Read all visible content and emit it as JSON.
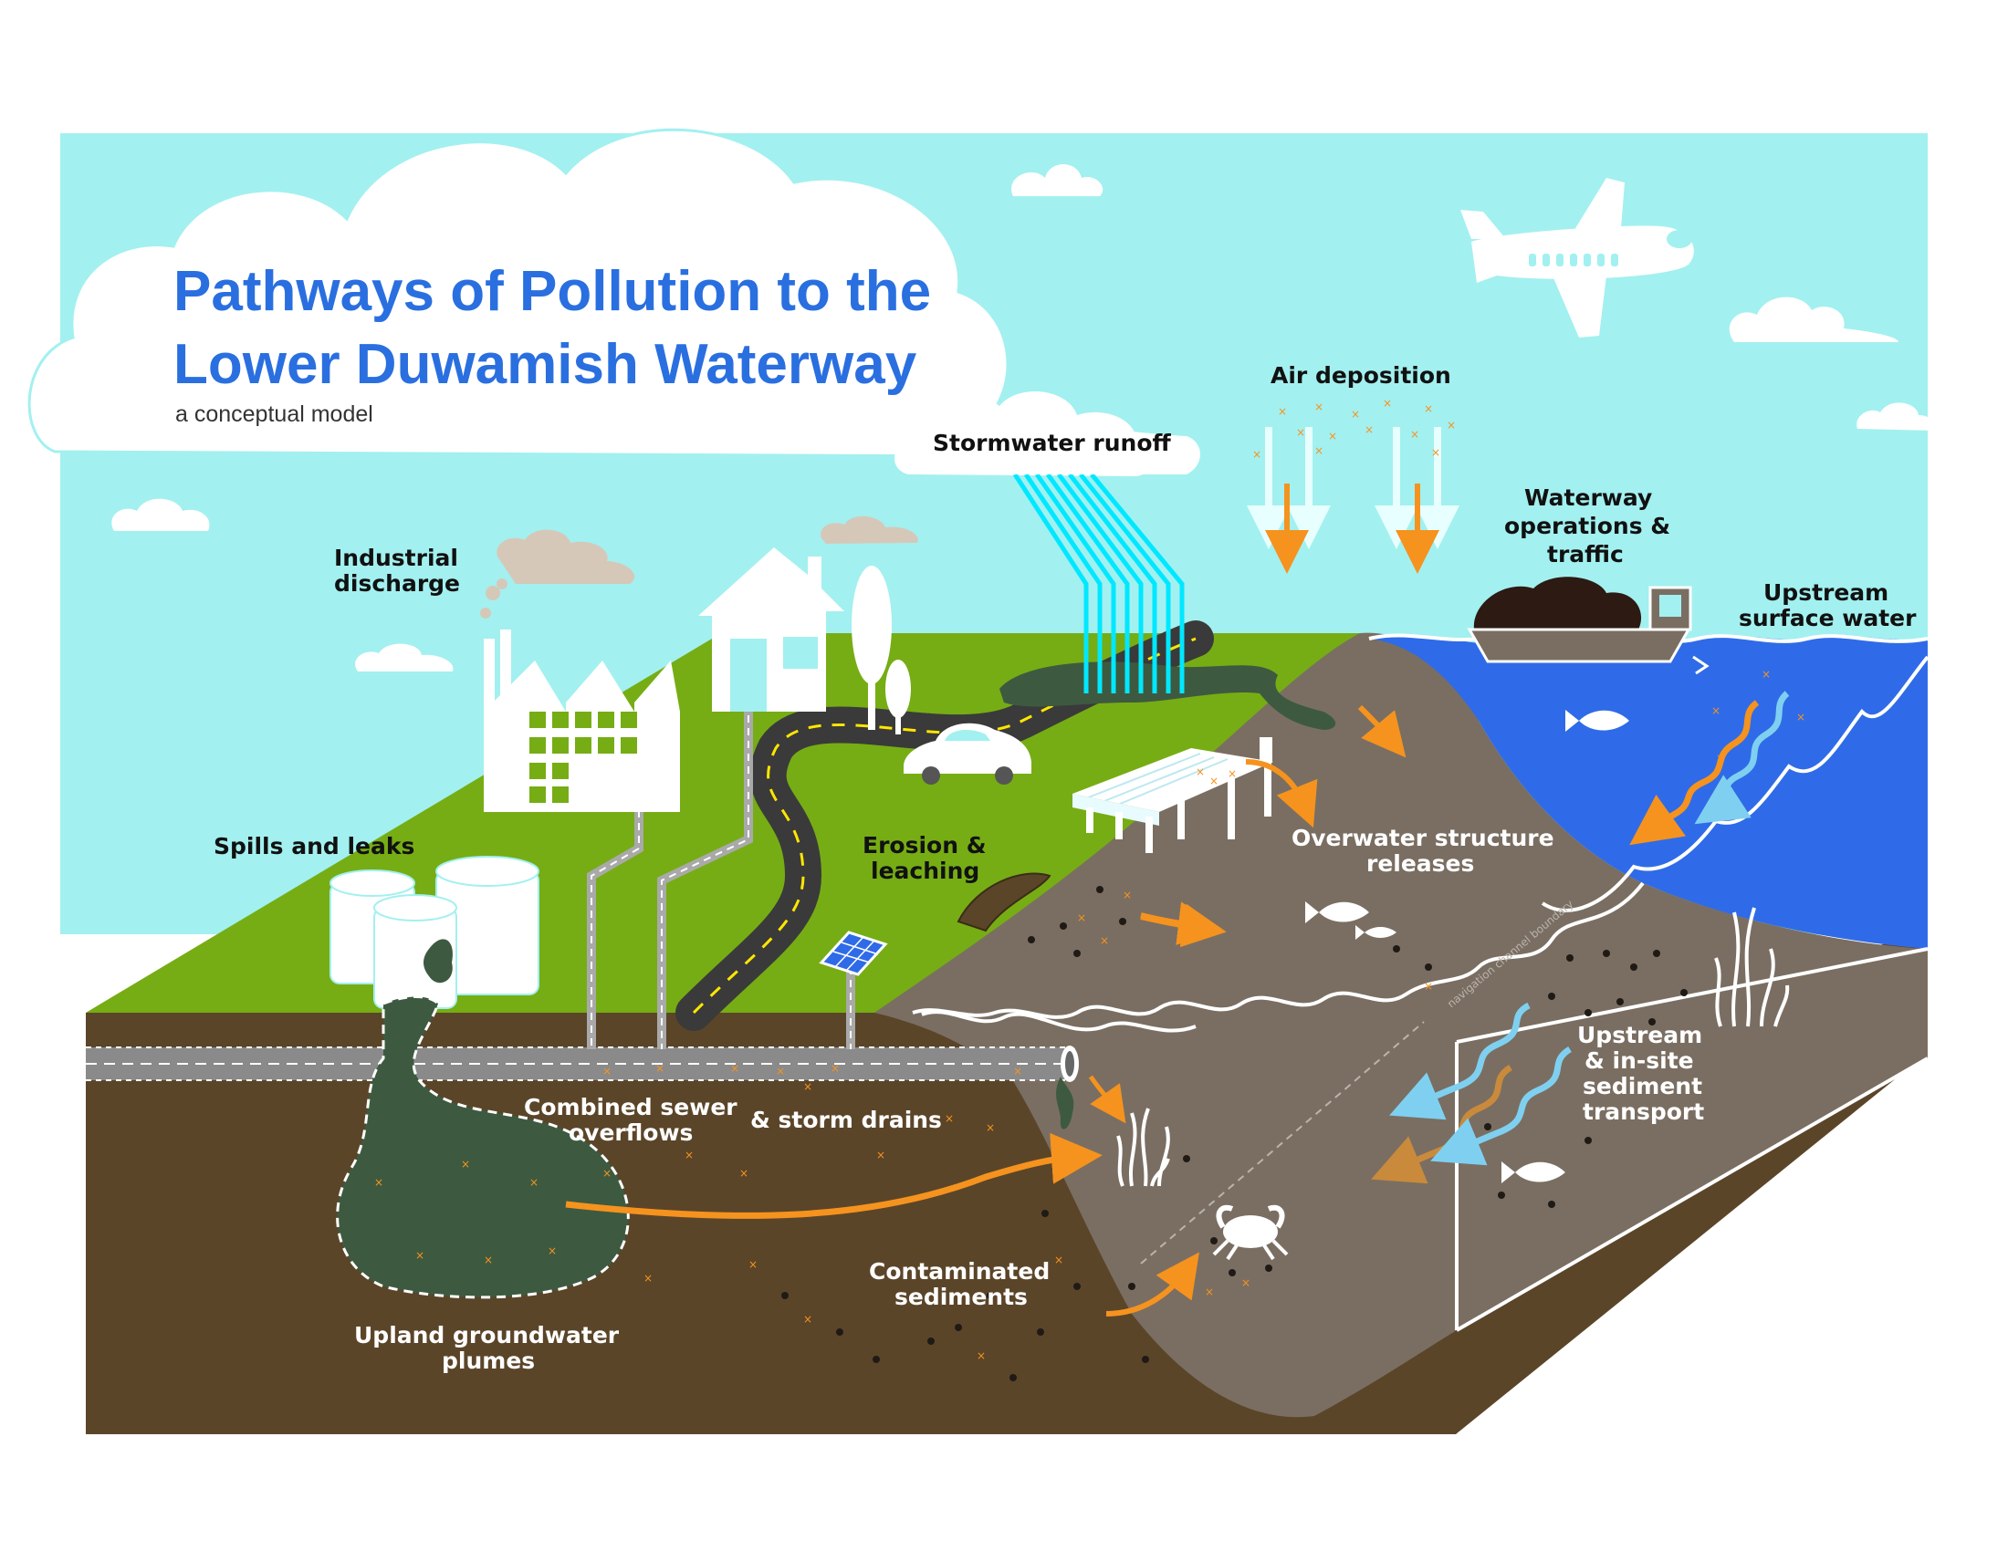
{
  "title": {
    "line1": "Pathways of Pollution to the",
    "line2": "Lower Duwamish Waterway",
    "subtitle": "a conceptual model"
  },
  "labels": {
    "air_deposition": "Air deposition",
    "stormwater_runoff": "Stormwater runoff",
    "industrial_discharge_1": "Industrial",
    "industrial_discharge_2": "discharge",
    "waterway_ops_1": "Waterway",
    "waterway_ops_2": "operations &",
    "waterway_ops_3": "traffic",
    "upstream_surface_1": "Upstream",
    "upstream_surface_2": "surface water",
    "spills_leaks": "Spills and leaks",
    "erosion_1": "Erosion &",
    "erosion_2": "leaching",
    "overwater_1": "Overwater structure",
    "overwater_2": "releases",
    "cso_1": "Combined sewer",
    "cso_2": "overflows",
    "storm_drains": "& storm drains",
    "upstream_sediment_1": "Upstream",
    "upstream_sediment_2": "& in-site",
    "upstream_sediment_3": "sediment",
    "upstream_sediment_4": "transport",
    "contaminated_1": "Contaminated",
    "contaminated_2": "sediments",
    "plumes_1": "Upland groundwater",
    "plumes_2": "plumes",
    "nav_boundary": "navigation channel boundary"
  },
  "colors": {
    "sky": "#a3f0f0",
    "grass": "#76ad14",
    "soil": "#5b4529",
    "sediment": "#7a6e62",
    "water": "#2f6be8",
    "title_blue": "#2a6fe0",
    "plume": "#3d5a40",
    "arrow_orange": "#f5931e",
    "arrow_blue": "#7fd0f0",
    "runoff_cyan": "#00e8ff"
  },
  "icons": [
    "airplane-icon",
    "factory-icon",
    "house-icon",
    "tree-icon",
    "car-icon",
    "boat-icon",
    "fish-icon",
    "crab-icon",
    "kelp-icon",
    "oil-tank-icon",
    "pier-icon",
    "solar-panel-icon"
  ]
}
